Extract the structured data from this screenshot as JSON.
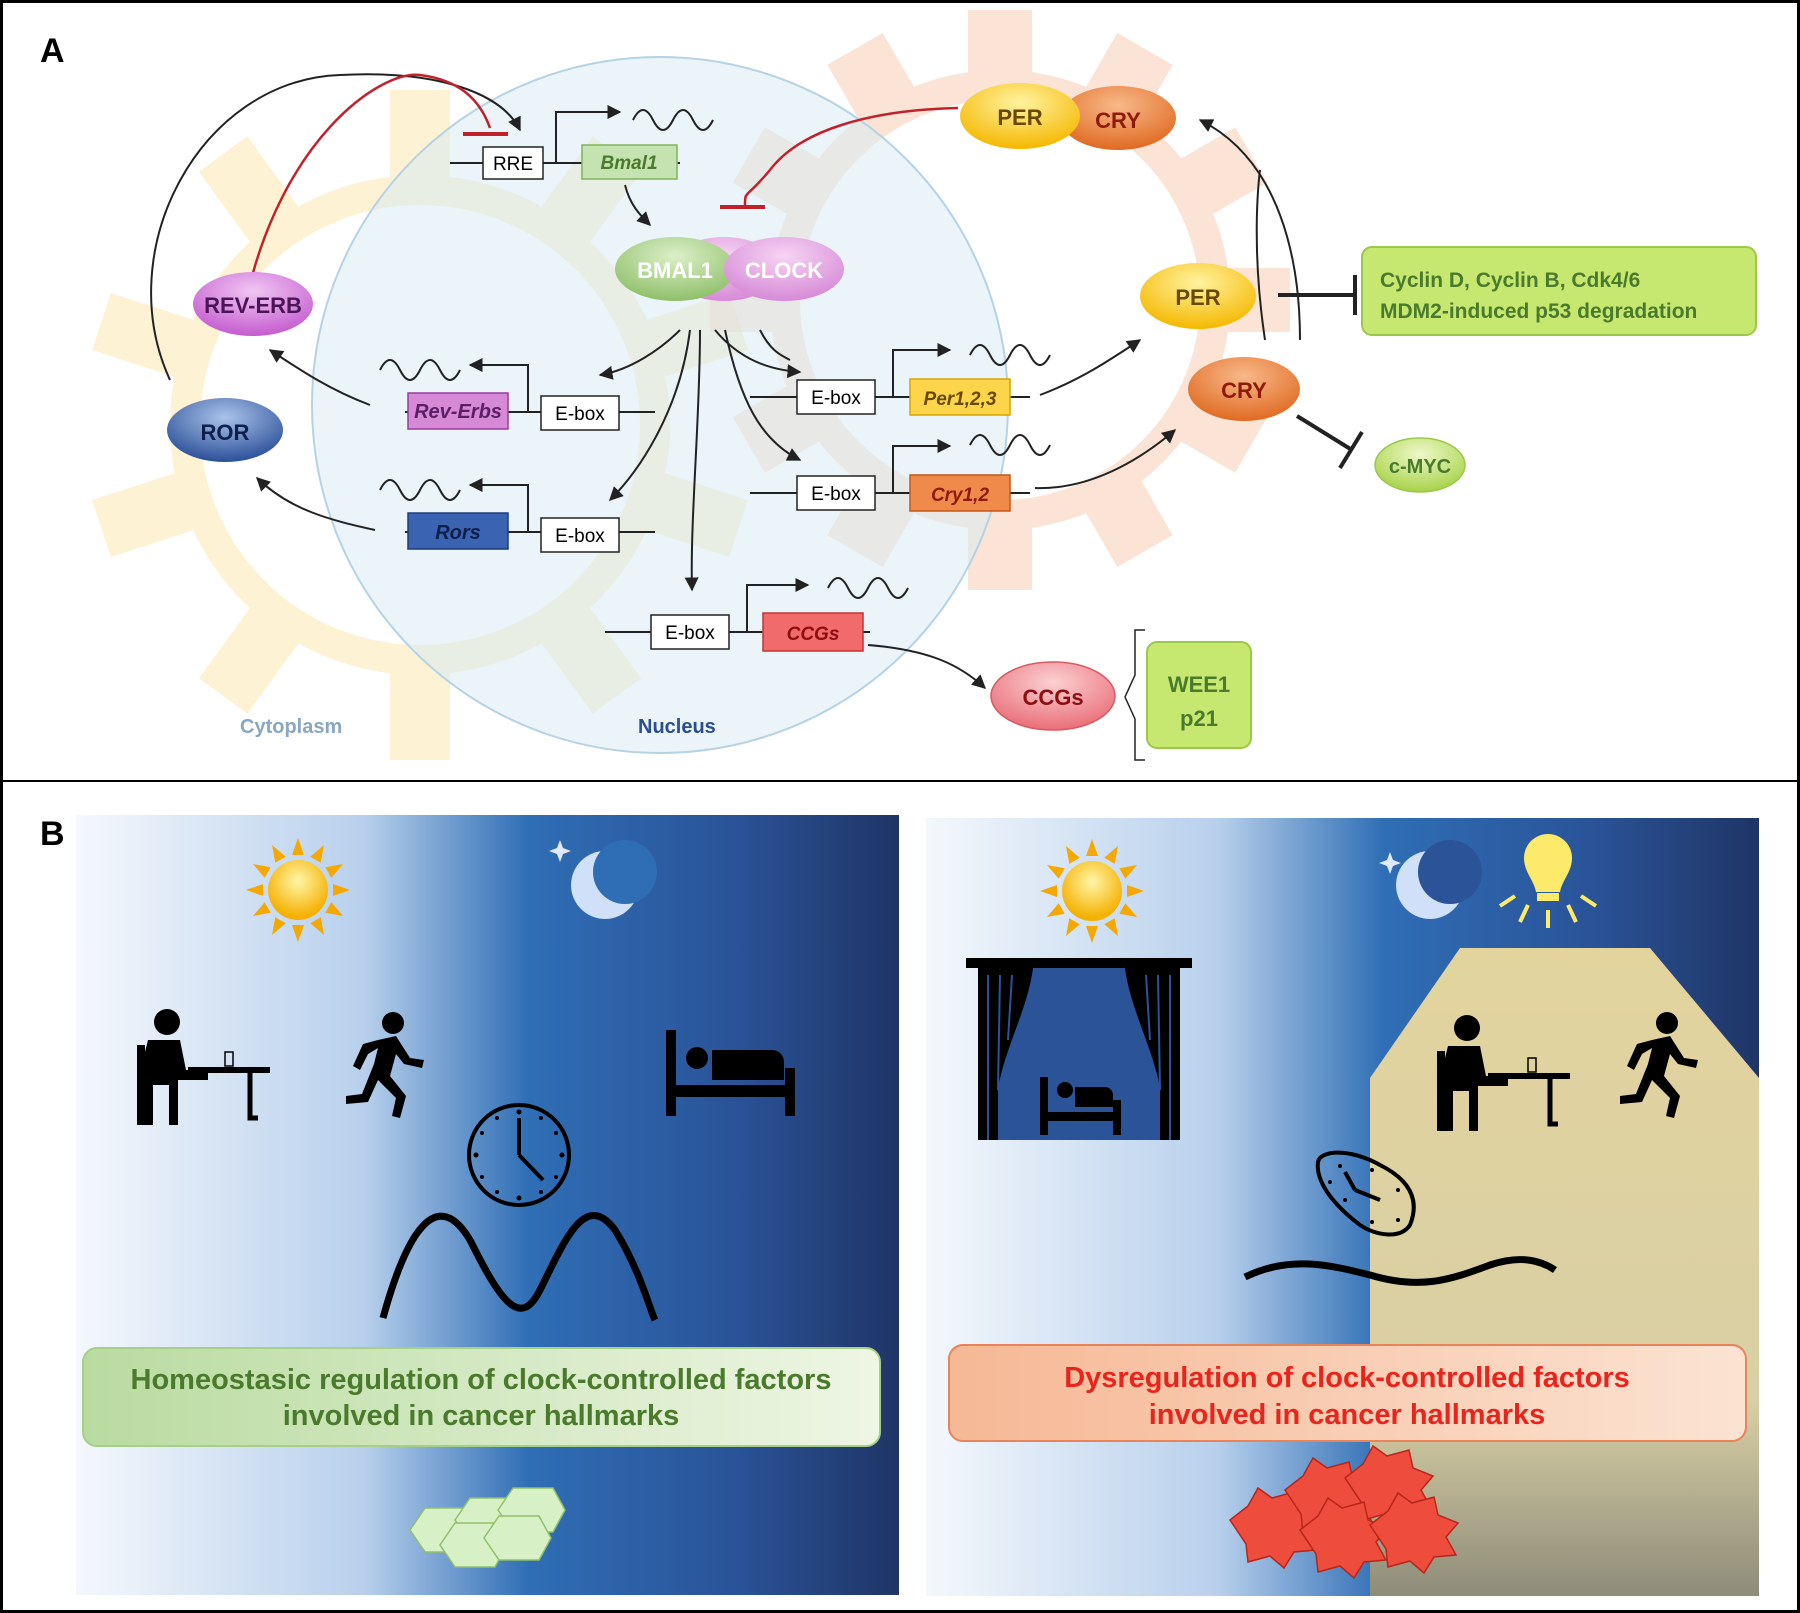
{
  "panel_a": {
    "letter": "A",
    "compartments": {
      "cytoplasm": "Cytoplasm",
      "nucleus": "Nucleus"
    },
    "proteins": {
      "per_top": "PER",
      "cry_top": "CRY",
      "bmal1": "BMAL1",
      "clock": "CLOCK",
      "rev_erb": "REV-ERB",
      "ror": "ROR",
      "per": "PER",
      "cry": "CRY",
      "c_myc": "c-MYC",
      "ccgs": "CCGs"
    },
    "genes": {
      "bmal1": "Bmal1",
      "rev_erbs": "Rev-Erbs",
      "rors": "Rors",
      "per123": "Per1,2,3",
      "cry12": "Cry1,2",
      "ccgs": "CCGs"
    },
    "promoters": {
      "rre": "RRE",
      "ebox": "E-box"
    },
    "targets": {
      "cyclins_line1": "Cyclin D, Cyclin B, Cdk4/6",
      "cyclins_line2": "MDM2-induced p53 degradation",
      "wee1": "WEE1",
      "p21": "p21"
    }
  },
  "panel_b": {
    "letter": "B",
    "left_caption_line1": "Homeostasic regulation of clock-controlled factors",
    "left_caption_line2": "involved in cancer hallmarks",
    "right_caption_line1": "Dysregulation of clock-controlled factors",
    "right_caption_line2": "involved in cancer hallmarks"
  },
  "colors": {
    "caption_green": "#4a7a2c",
    "caption_red": "#e8241c",
    "night": "#1f3a6e"
  }
}
